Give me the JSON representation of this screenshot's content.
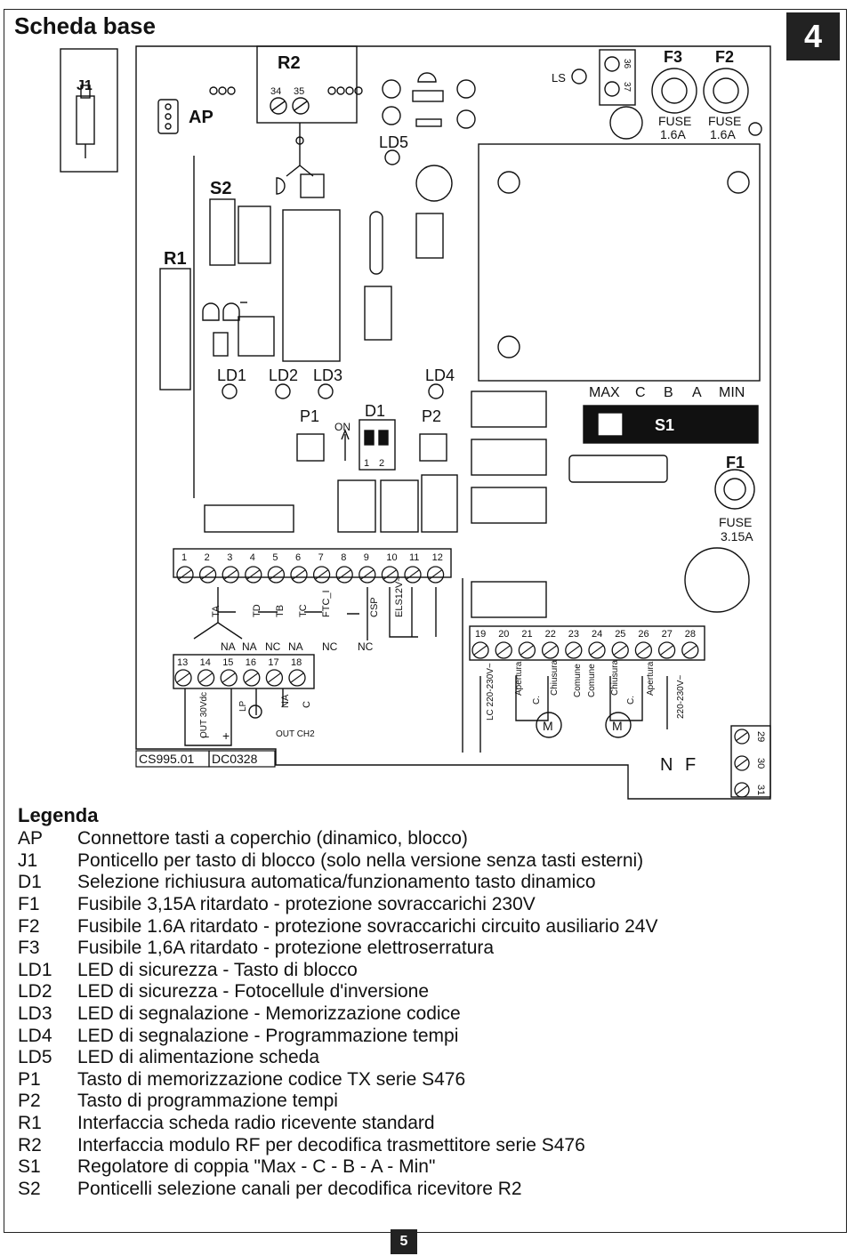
{
  "header": {
    "title": "Scheda base",
    "page_badge": "4"
  },
  "board": {
    "jumper_j1": "J1",
    "connectors": {
      "ap": "AP",
      "r1": "R1",
      "r2": "R2",
      "s2": "S2"
    },
    "r2_pins": [
      "34",
      "35"
    ],
    "leds": {
      "ld1": "LD1",
      "ld2": "LD2",
      "ld3": "LD3",
      "ld4": "LD4",
      "ld5": "LD5"
    },
    "buttons": {
      "p1": "P1",
      "p2": "P2"
    },
    "dip_switch": {
      "label": "D1",
      "on_label": "ON",
      "positions": [
        "1",
        "2"
      ]
    },
    "fuses": [
      {
        "id": "F3",
        "rating": "FUSE",
        "value": "1.6A"
      },
      {
        "id": "F2",
        "rating": "FUSE",
        "value": "1.6A"
      },
      {
        "id": "F1",
        "rating": "FUSE",
        "value": "3.15A"
      }
    ],
    "ls": {
      "label": "LS",
      "pins": [
        "36",
        "37"
      ]
    },
    "torque_regulator": {
      "label": "S1",
      "positions": [
        "MAX",
        "C",
        "B",
        "A",
        "MIN"
      ]
    },
    "board_code": [
      "CS995.01",
      "DC0328"
    ],
    "terminals_top": [
      "1",
      "2",
      "3",
      "4",
      "5",
      "6",
      "7",
      "8",
      "9",
      "10",
      "11",
      "12"
    ],
    "terminals_bottom": [
      "13",
      "14",
      "15",
      "16",
      "17",
      "18"
    ],
    "terminals_motor": [
      "19",
      "20",
      "21",
      "22",
      "23",
      "24",
      "25",
      "26",
      "27",
      "28"
    ],
    "terminals_earth": [
      "29",
      "30",
      "31"
    ],
    "input_labels": [
      "TA",
      "TD",
      "TB",
      "TC",
      "FTC_I",
      "CSP",
      "ELS12V~"
    ],
    "contact_states": [
      "NA",
      "NA",
      "NC",
      "NA",
      "NC",
      "NC"
    ],
    "output_labels": [
      "OUT 30Vdc",
      "LP",
      "NA",
      "C",
      "OUT CH2"
    ],
    "polarity": [
      "–",
      "+"
    ],
    "motor_labels": [
      "LC 220-230V~",
      "Apertura",
      "C.",
      "Chiusura",
      "Comune",
      "Comune",
      "Chiusura",
      "C.",
      "Apertura",
      "220-230V~"
    ],
    "motor_symbols": [
      "M",
      "M"
    ],
    "mains": [
      "N",
      "F"
    ]
  },
  "legend": {
    "heading": "Legenda",
    "items": [
      {
        "code": "AP",
        "desc": "Connettore tasti a coperchio (dinamico, blocco)"
      },
      {
        "code": "J1",
        "desc": "Ponticello per tasto di blocco (solo nella versione senza tasti esterni)"
      },
      {
        "code": "D1",
        "desc": "Selezione richiusura automatica/funzionamento tasto dinamico"
      },
      {
        "code": "F1",
        "desc": "Fusibile 3,15A ritardato  - protezione sovraccarichi 230V"
      },
      {
        "code": "F2",
        "desc": "Fusibile 1.6A ritardato - protezione sovraccarichi circuito ausiliario 24V"
      },
      {
        "code": "F3",
        "desc": "Fusibile 1,6A ritardato   - protezione elettroserratura"
      },
      {
        "code": "LD1",
        "desc": "LED di sicurezza - Tasto di blocco"
      },
      {
        "code": "LD2",
        "desc": "LED di sicurezza - Fotocellule d'inversione"
      },
      {
        "code": "LD3",
        "desc": "LED di segnalazione - Memorizzazione codice"
      },
      {
        "code": "LD4",
        "desc": "LED di segnalazione - Programmazione tempi"
      },
      {
        "code": "LD5",
        "desc": "LED di alimentazione scheda"
      },
      {
        "code": "P1",
        "desc": "Tasto di memorizzazione codice TX serie S476"
      },
      {
        "code": "P2",
        "desc": "Tasto di programmazione tempi"
      },
      {
        "code": "R1",
        "desc": "Interfaccia scheda radio ricevente standard"
      },
      {
        "code": "R2",
        "desc": "Interfaccia modulo RF per decodifica trasmettitore serie S476"
      },
      {
        "code": "S1",
        "desc": "Regolatore di coppia \"Max - C - B - A - Min\""
      },
      {
        "code": "S2",
        "desc": "Ponticelli selezione canali per decodifica ricevitore R2"
      }
    ]
  },
  "footer": {
    "page_number": "5"
  }
}
